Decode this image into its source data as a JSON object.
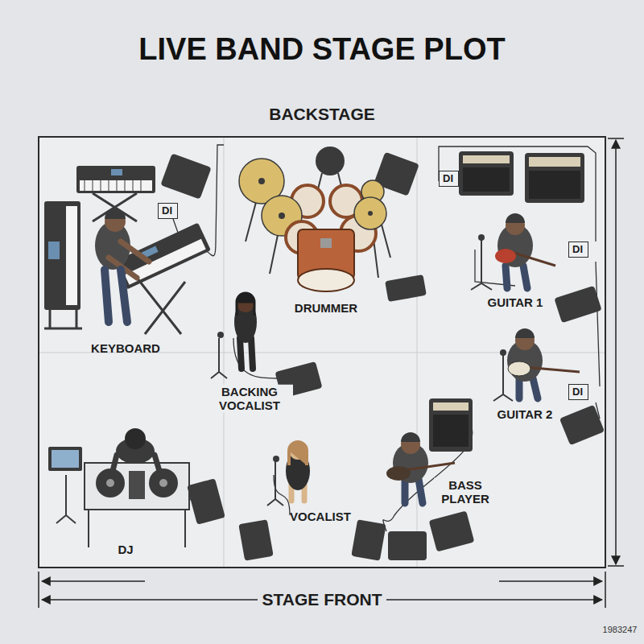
{
  "diagram": {
    "title": "LIVE BAND STAGE PLOT",
    "nodes": [
      {
        "text": [
          "DI"
        ]
      },
      {
        "text": [
          "DI"
        ]
      },
      {
        "text": [
          "DI"
        ]
      },
      {
        "text": [
          "DI"
        ]
      }
    ],
    "labels": [
      "BACKSTAGE",
      "KEYBOARD",
      "DRUMMER",
      "GUITAR 1",
      "BACKING VOCALIST",
      "GUITAR 2",
      "BASS PLAYER",
      "VOCALIST",
      "DJ",
      "STAGE FRONT",
      "1983247"
    ]
  }
}
